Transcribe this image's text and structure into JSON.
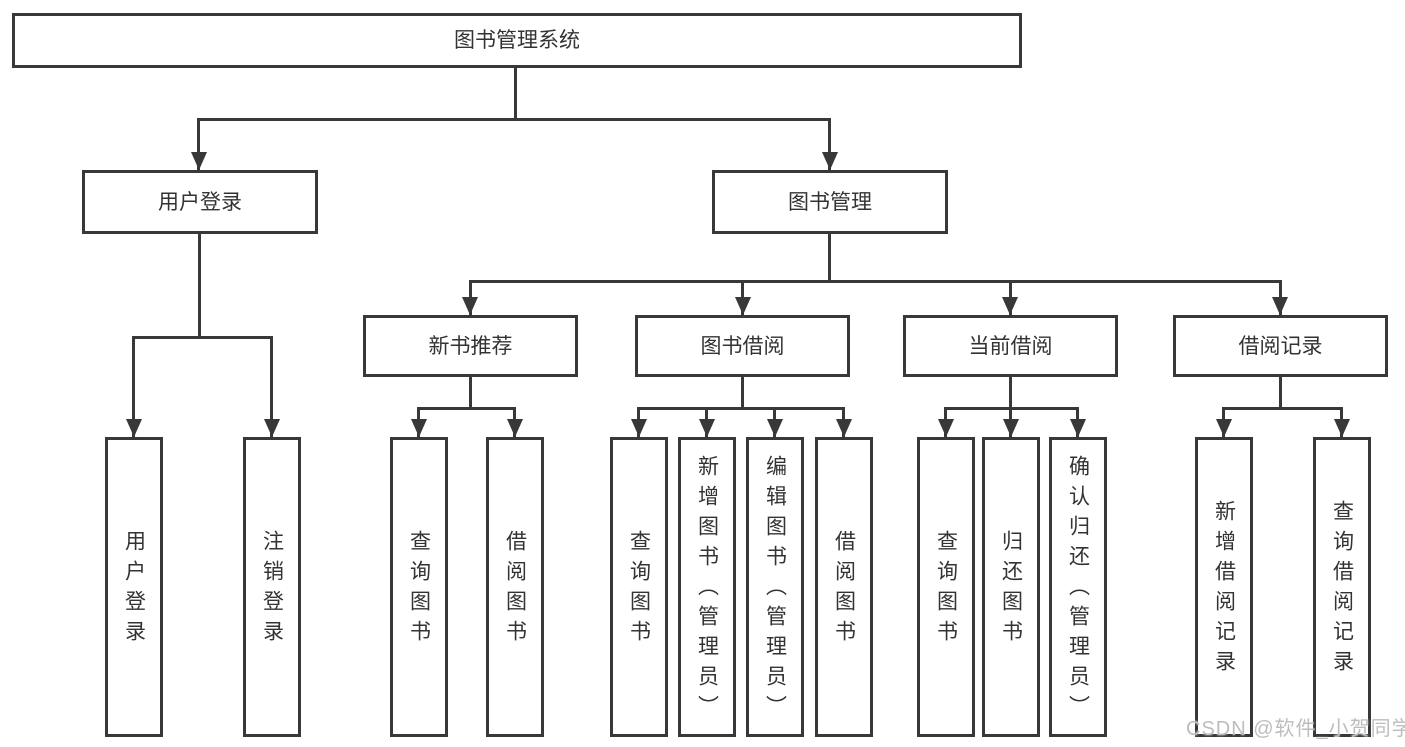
{
  "diagram": {
    "root": {
      "label": "图书管理系统"
    },
    "level2": {
      "user_login": {
        "label": "用户登录"
      },
      "book_mgmt": {
        "label": "图书管理"
      }
    },
    "level3": {
      "new_books": {
        "label": "新书推荐"
      },
      "borrowing": {
        "label": "图书借阅"
      },
      "current": {
        "label": "当前借阅"
      },
      "records": {
        "label": "借阅记录"
      }
    },
    "leaves": {
      "login": {
        "label": "用户登录"
      },
      "logout": {
        "label": "注销登录"
      },
      "rec_query_books": {
        "label": "查询图书"
      },
      "rec_borrow_books": {
        "label": "借阅图书"
      },
      "bor_query_books": {
        "label": "查询图书"
      },
      "bor_add_books": {
        "label": "新增图书（管理员）"
      },
      "bor_edit_books": {
        "label": "编辑图书（管理员）"
      },
      "bor_borrow_books": {
        "label": "借阅图书"
      },
      "cur_query_books": {
        "label": "查询图书"
      },
      "cur_return_books": {
        "label": "归还图书"
      },
      "cur_confirm_return": {
        "label": "确认归还（管理员）"
      },
      "log_add_record": {
        "label": "新增借阅记录"
      },
      "log_query_record": {
        "label": "查询借阅记录"
      }
    },
    "watermark": "CSDN @软件_小贺同学",
    "colors": {
      "line": "#383838",
      "text": "#333333",
      "watermark": "#bdbdbd"
    }
  }
}
